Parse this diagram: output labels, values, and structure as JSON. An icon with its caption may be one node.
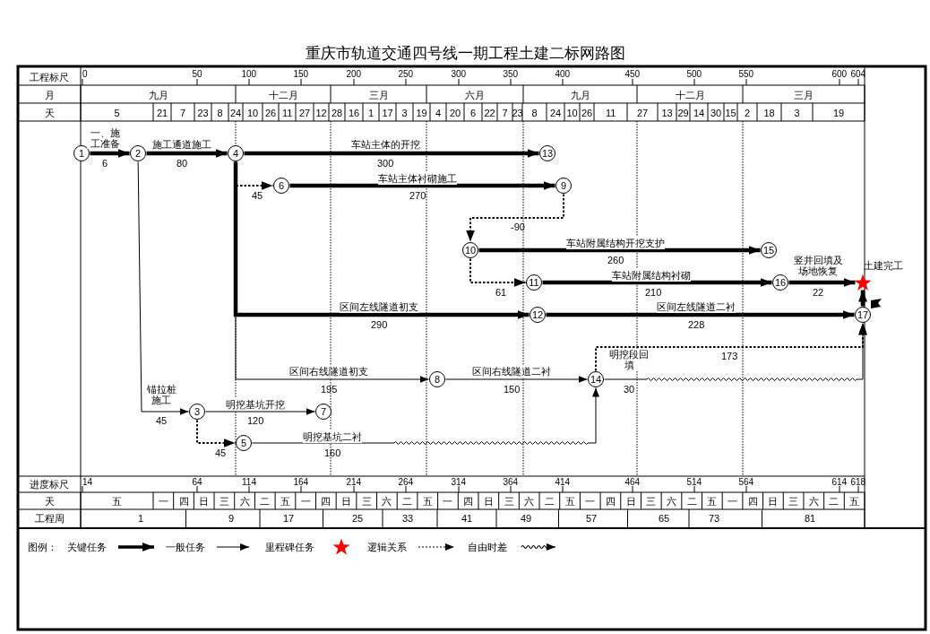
{
  "diagram": {
    "title": "重庆市轨道交通四号线一期工程土建二标网路图",
    "nodes": [
      {
        "text": [
          "1"
        ]
      },
      {
        "text": [
          "2"
        ]
      },
      {
        "text": [
          "3"
        ]
      },
      {
        "text": [
          "4"
        ]
      },
      {
        "text": [
          "5"
        ]
      },
      {
        "text": [
          "6"
        ]
      },
      {
        "text": [
          "7"
        ]
      },
      {
        "text": [
          "8"
        ]
      },
      {
        "text": [
          "9"
        ]
      },
      {
        "text": [
          "10"
        ]
      },
      {
        "text": [
          "11"
        ]
      },
      {
        "text": [
          "12"
        ]
      },
      {
        "text": [
          "13"
        ]
      },
      {
        "text": [
          "14"
        ]
      },
      {
        "text": [
          "15"
        ]
      },
      {
        "text": [
          "16"
        ]
      },
      {
        "text": [
          "17"
        ]
      },
      {
        "text": [],
        "shape": "star",
        "beside": [
          "土建完工"
        ]
      }
    ],
    "edges": [
      {
        "from": 0,
        "to": 1,
        "arrow": "to",
        "style": "thick",
        "label": "一、施工准备"
      },
      {
        "from": 1,
        "to": 3,
        "arrow": "to",
        "style": "thick",
        "label": "施工通道施工"
      },
      {
        "from": 3,
        "to": 12,
        "arrow": "to",
        "style": "thick",
        "label": "车站主体的开挖"
      },
      {
        "from": 3,
        "to": 5,
        "arrow": "to",
        "style": "dashed"
      },
      {
        "from": 5,
        "to": 8,
        "arrow": "to",
        "style": "thick",
        "label": "车站主体衬砌施工"
      },
      {
        "from": 8,
        "to": 9,
        "arrow": "to",
        "style": "dashed"
      },
      {
        "from": 9,
        "to": 14,
        "arrow": "to",
        "style": "thick",
        "label": "车站附属结构开挖支护"
      },
      {
        "from": 9,
        "to": 10,
        "arrow": "to",
        "style": "dashed"
      },
      {
        "from": 10,
        "to": 15,
        "arrow": "to",
        "style": "thick",
        "label": "车站附属结构衬砌"
      },
      {
        "from": 15,
        "to": 17,
        "arrow": "to",
        "style": "thick",
        "label": "竖井回填及场地恢复"
      },
      {
        "from": 3,
        "to": 11,
        "arrow": "to",
        "style": "thick",
        "label": "区间左线隧道初支"
      },
      {
        "from": 11,
        "to": 16,
        "arrow": "to",
        "style": "thick",
        "label": "区间左线隧道二衬"
      },
      {
        "from": 3,
        "to": 7,
        "arrow": "to",
        "label": "区间右线隧道初支"
      },
      {
        "from": 7,
        "to": 13,
        "arrow": "to",
        "label": "区间右线隧道二衬"
      },
      {
        "from": 13,
        "to": 16,
        "arrow": "to",
        "label": "明挖段回填"
      },
      {
        "from": 1,
        "to": 2,
        "arrow": "to",
        "label": "锚拉桩施工"
      },
      {
        "from": 2,
        "to": 6,
        "arrow": "to",
        "label": "明挖基坑开挖"
      },
      {
        "from": 2,
        "to": 4,
        "arrow": "to",
        "style": "dashed"
      },
      {
        "from": 4,
        "to": 13,
        "arrow": "to",
        "label": "明挖基坑二衬"
      },
      {
        "from": 13,
        "to": 16,
        "arrow": "to",
        "style": "dashed"
      },
      {
        "from": 16,
        "to": 17,
        "arrow": "to",
        "style": "thick"
      }
    ],
    "labels": [
      "工程标尺",
      "0",
      "50",
      "100",
      "150",
      "200",
      "250",
      "300",
      "350",
      "400",
      "450",
      "500",
      "550",
      "600",
      "604",
      "月",
      "九月",
      "十二月",
      "三月",
      "六月",
      "九月",
      "十二月",
      "三月",
      "天",
      "5",
      "21",
      "7",
      "23",
      "8",
      "24",
      "10",
      "26",
      "11",
      "27",
      "12",
      "28",
      "16",
      "1",
      "17",
      "3",
      "19",
      "4",
      "20",
      "6",
      "22",
      "7",
      "23",
      "8",
      "24",
      "10",
      "26",
      "11",
      "27",
      "13",
      "29",
      "14",
      "30",
      "15",
      "2",
      "18",
      "3",
      "19",
      "6",
      "80",
      "300",
      "45",
      "270",
      "-90",
      "260",
      "61",
      "210",
      "22",
      "290",
      "228",
      "195",
      "150",
      "30",
      "45",
      "120",
      "45",
      "160",
      "173",
      "进度标尺",
      "14",
      "64",
      "114",
      "164",
      "214",
      "264",
      "314",
      "364",
      "414",
      "464",
      "514",
      "564",
      "614",
      "618",
      "天",
      "五",
      "一",
      "四",
      "日",
      "三",
      "六",
      "二",
      "五",
      "一",
      "四",
      "日",
      "三",
      "六",
      "二",
      "五",
      "一",
      "四",
      "日",
      "三",
      "六",
      "二",
      "五",
      "一",
      "四",
      "日",
      "三",
      "六",
      "二",
      "五",
      "一",
      "四",
      "日",
      "三",
      "六",
      "二",
      "五",
      "工程周",
      "1",
      "9",
      "17",
      "25",
      "33",
      "41",
      "49",
      "57",
      "65",
      "73",
      "81",
      "图例："
    ],
    "legend": [
      {
        "text": "关键任务"
      },
      {
        "text": "一般任务"
      },
      {
        "text": "里程碑任务"
      },
      {
        "text": "逻辑关系"
      },
      {
        "text": "自由时差"
      }
    ]
  }
}
